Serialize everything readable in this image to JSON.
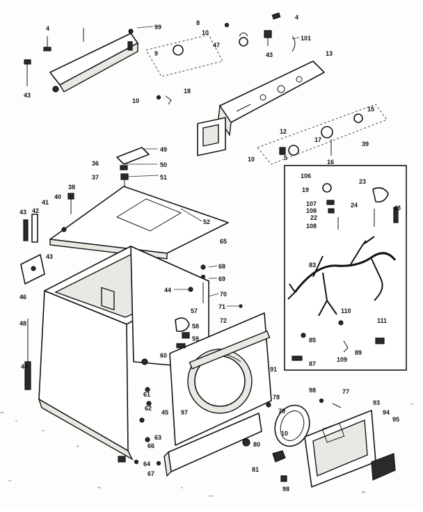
{
  "diagram": {
    "labels": {
      "l4a": "4",
      "l43a": "43",
      "l99": "99",
      "l8": "8",
      "l10a": "10",
      "l47": "47",
      "l9": "9",
      "l4b": "4",
      "l43b": "43",
      "l101": "101",
      "l13": "13",
      "l10b": "10",
      "l18": "18",
      "l15": "15",
      "l12": "12",
      "l17": "17",
      "l10c": "10",
      "l5": "5",
      "l16": "16",
      "l39": "39",
      "l49": "49",
      "l36": "36",
      "l50": "50",
      "l37": "37",
      "l51": "51",
      "l38": "38",
      "l43c": "43",
      "l42": "42",
      "l41": "41",
      "l40a": "40",
      "l52": "52",
      "l65": "65",
      "l43d": "43",
      "l46a": "46",
      "l68": "68",
      "l69": "69",
      "l44a": "44",
      "l70": "70",
      "l71": "71",
      "l57": "57",
      "l58": "58",
      "l59": "59",
      "l72": "72",
      "l48": "48",
      "l60": "60",
      "l44b": "44",
      "l61": "61",
      "l62": "62",
      "l97": "97",
      "l45": "45",
      "l63": "63",
      "l66": "66",
      "l64": "64",
      "l67": "67",
      "l91": "91",
      "l98a": "98",
      "l77": "77",
      "l78": "78",
      "l79": "79",
      "l93": "93",
      "l94": "94",
      "l95": "95",
      "l10d": "10",
      "l80": "80",
      "l81": "81",
      "l98b": "98",
      "l106": "106",
      "l19": "19",
      "l23": "23",
      "l107": "107",
      "l108a": "108",
      "l22": "22",
      "l108b": "108",
      "l24": "24",
      "l43e": "43",
      "l83": "83",
      "l110": "110",
      "l111": "111",
      "l85": "85",
      "l109": "109",
      "l89": "89",
      "l87": "87"
    }
  }
}
